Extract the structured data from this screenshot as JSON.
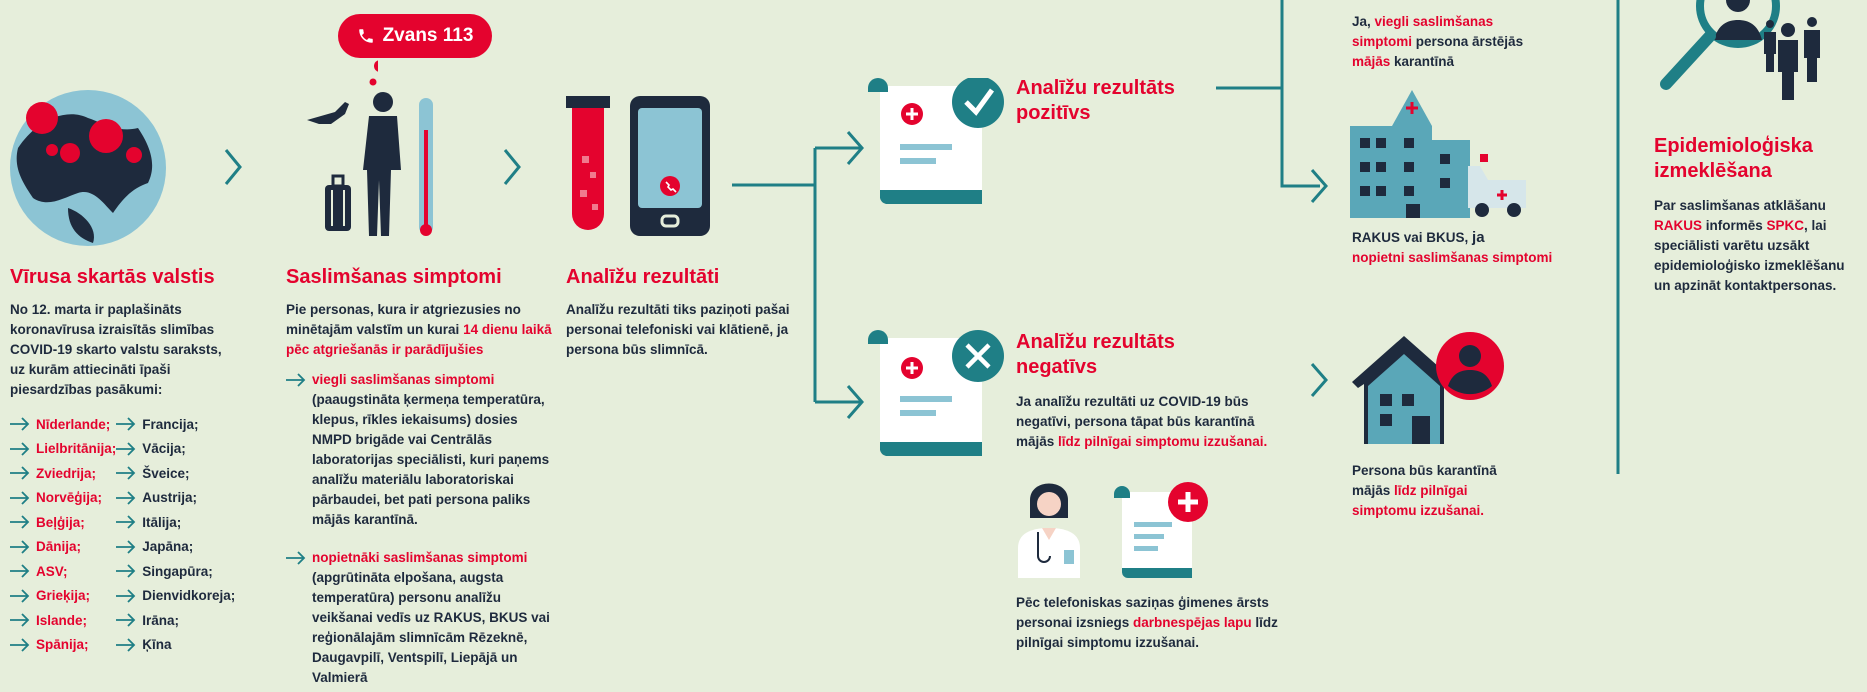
{
  "colors": {
    "background": "#e6eedb",
    "accent": "#e4032e",
    "teal": "#1f7f86",
    "navy": "#1e2a3d",
    "light_blue": "#8cc4d4"
  },
  "call": {
    "label": "Zvans 113",
    "icon": "phone-icon"
  },
  "col1": {
    "title": "Vīrusa skartās valstis",
    "text": "No 12. marta ir paplašināts koronavīrusa izraisītās slimības COVID-19 skarto valstu saraksts, uz kurām attiecināti īpaši piesardzības pasākumi:",
    "countries_left": [
      "Nīderlande;",
      "Lielbritānija;",
      "Zviedrija;",
      "Norvēģija;",
      "Beļģija;",
      "Dānija;",
      "ASV;",
      "Grieķija;",
      "Islande;",
      "Spānija;"
    ],
    "countries_right": [
      "Francija;",
      "Vācija;",
      "Šveice;",
      "Austrija;",
      "Itālija;",
      "Japāna;",
      "Singapūra;",
      "Dienvidkoreja;",
      "Irāna;",
      "Ķīna"
    ]
  },
  "col2": {
    "title": "Saslimšanas simptomi",
    "intro_a": "Pie personas, kura ir atgriezusies no minētajām valstīm un kurai ",
    "intro_b": "14 dienu laikā pēc atgriešanās ir parādījušies",
    "mild_title": "viegli saslimšanas simptomi",
    "mild_text": "(paaugstināta ķermeņa temperatūra, klepus, rīkles iekaisums) dosies NMPD brigāde vai Centrālās laboratorijas speciālisti, kuri paņems analīžu materiālu laboratoriskai pārbaudei, bet pati persona paliks mājās karantīnā.",
    "severe_title": "nopietnāki saslimšanas simptomi",
    "severe_text": "(apgrūtināta elpošana, augsta temperatūra) personu analīžu veikšanai vedīs uz RAKUS, BKUS vai reģionālajām slimnīcām Rēzeknē, Daugavpilī, Ventspilī, Liepājā un Valmierā"
  },
  "col3": {
    "title": "Analīžu rezultāti",
    "text": "Analīžu rezultāti tiks paziņoti pašai personai telefoniski vai klātienē, ja persona būs slimnīcā."
  },
  "positive": {
    "title": "Analīžu rezultāts pozitīvs"
  },
  "negative": {
    "title": "Analīžu rezultāts negatīvs",
    "text_a": "Ja analīžu rezultāti uz COVID-19 būs negatīvi, persona tāpat būs karantīnā mājās ",
    "text_b": "līdz pilnīgai simptomu izzušanai.",
    "doctor_a": "Pēc telefoniskas saziņas ģimenes ārsts personai izsniegs ",
    "doctor_b": "darbnespējas lapu",
    "doctor_c": " līdz pilnīgai simptomu izzušanai."
  },
  "mild_home": {
    "a": "Ja, ",
    "b": "viegli saslimšanas simptomi",
    "c": " persona ārstējās ",
    "d": "mājās",
    "e": " karantīnā"
  },
  "hospital": {
    "a": "RAKUS vai BKUS, ",
    "b": "ja",
    "c": "nopietni saslimšanas simptomi"
  },
  "home_quarantine": {
    "a": "Persona būs karantīnā mājās ",
    "b": "līdz pilnīgai simptomu izzušanai."
  },
  "epi": {
    "title": "Epidemioloģiska izmeklēšana",
    "a": "Par saslimšanas atklāšanu ",
    "b": "RAKUS",
    "c": " informēs ",
    "d": "SPKC",
    "e": ", lai speciālisti varētu uzsākt epidemioloģisko izmeklēšanu un apzināt kontaktpersonas."
  }
}
